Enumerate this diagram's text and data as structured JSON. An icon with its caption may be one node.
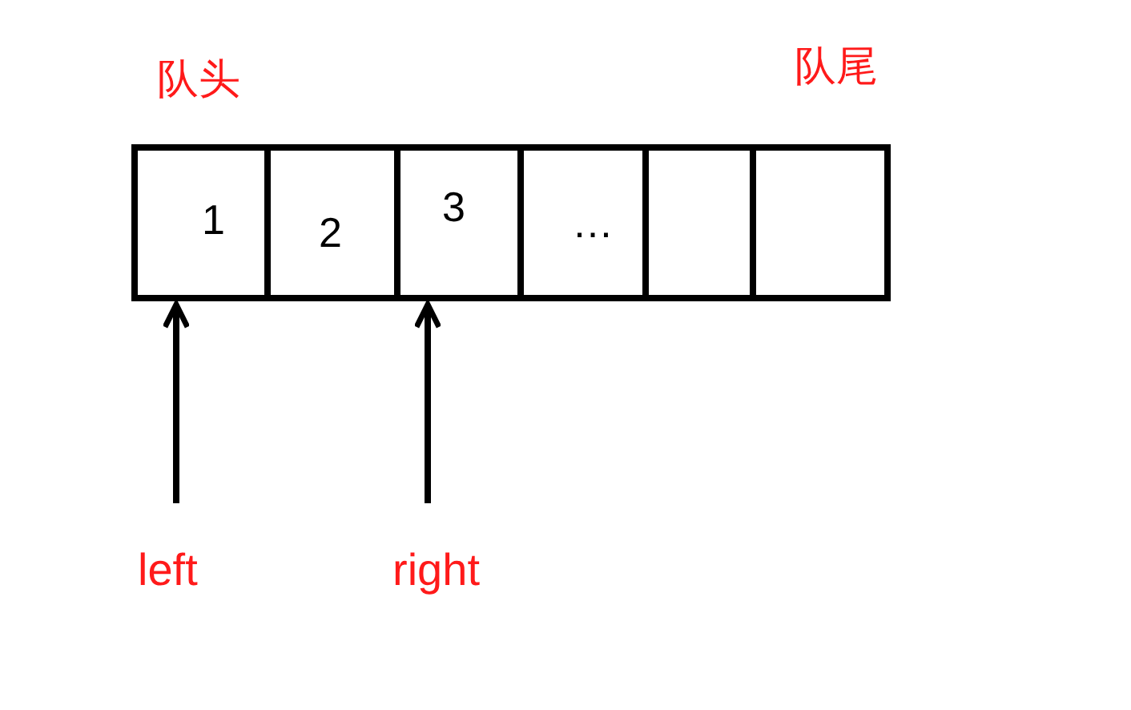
{
  "diagram": {
    "nodes": [
      {
        "text": [
          "1"
        ]
      },
      {
        "text": [
          "2"
        ]
      },
      {
        "text": [
          "3"
        ]
      },
      {
        "text": [
          "…"
        ]
      },
      {
        "text": [],
        "shape": "box"
      },
      {
        "text": [],
        "shape": "box"
      },
      {
        "text": [
          "left"
        ]
      },
      {
        "text": [
          "right"
        ]
      }
    ],
    "edges": [
      {
        "from": 6,
        "to": 0,
        "arrow": "to"
      },
      {
        "from": 7,
        "to": 2,
        "arrow": "to"
      }
    ],
    "labels": [
      "队头",
      "队尾"
    ]
  }
}
